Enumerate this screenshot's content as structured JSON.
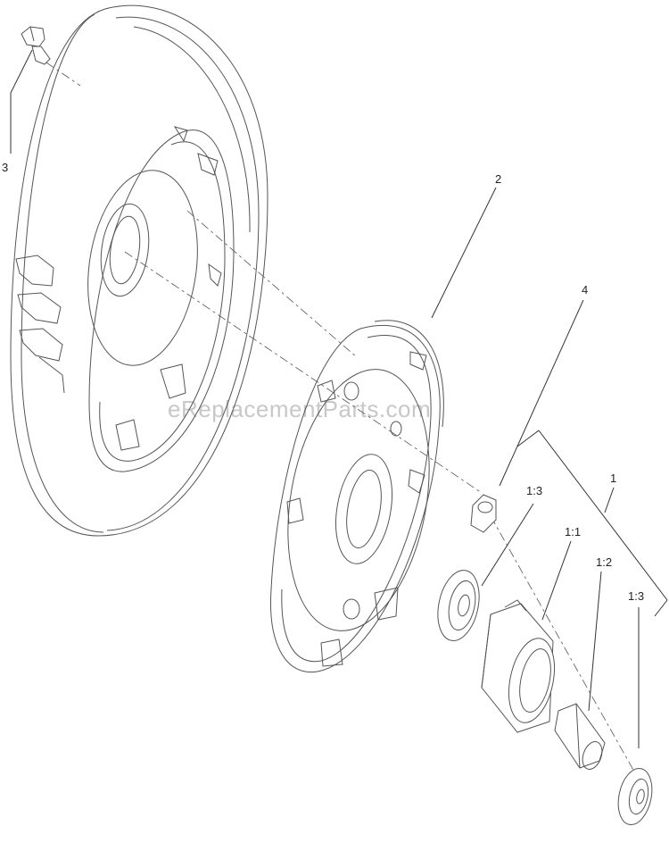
{
  "watermark": "eReplacementParts.com",
  "callouts": {
    "c3": "3",
    "c2": "2",
    "c4": "4",
    "c1": "1",
    "c13a": "1:3",
    "c11": "1:1",
    "c12": "1:2",
    "c13b": "1:3"
  }
}
